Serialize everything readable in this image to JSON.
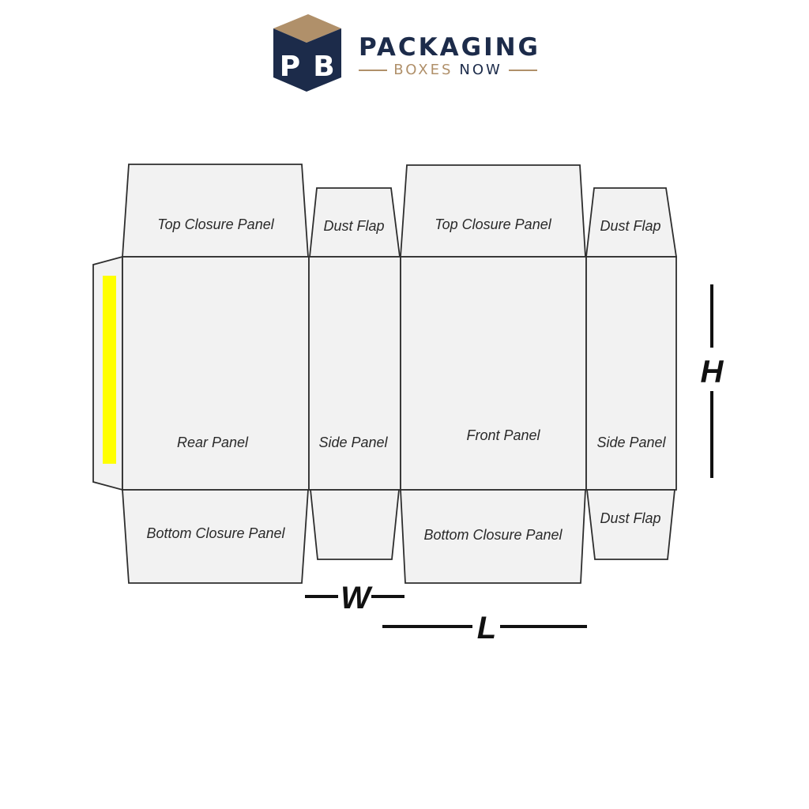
{
  "logo": {
    "mark_letters": "PB",
    "brand_line1": "PACKAGING",
    "brand_line2_word1": "BOXES",
    "brand_line2_word2": "NOW",
    "colors": {
      "navy": "#1c2b4a",
      "tan": "#b0906a"
    }
  },
  "dieline": {
    "panels": {
      "top_closure_rear": "Top Closure Panel",
      "dust_flap_top_left": "Dust Flap",
      "top_closure_front": "Top Closure Panel",
      "dust_flap_top_right": "Dust Flap",
      "rear": "Rear Panel",
      "side_left": "Side Panel",
      "front": "Front Panel",
      "side_right": "Side Panel",
      "bottom_closure_rear": "Bottom Closure Panel",
      "bottom_closure_front": "Bottom Closure Panel",
      "dust_flap_bottom_right": "Dust Flap"
    },
    "glue_strip_color": "#ffff00",
    "dimensions": {
      "height": "H",
      "width": "W",
      "length": "L"
    }
  }
}
